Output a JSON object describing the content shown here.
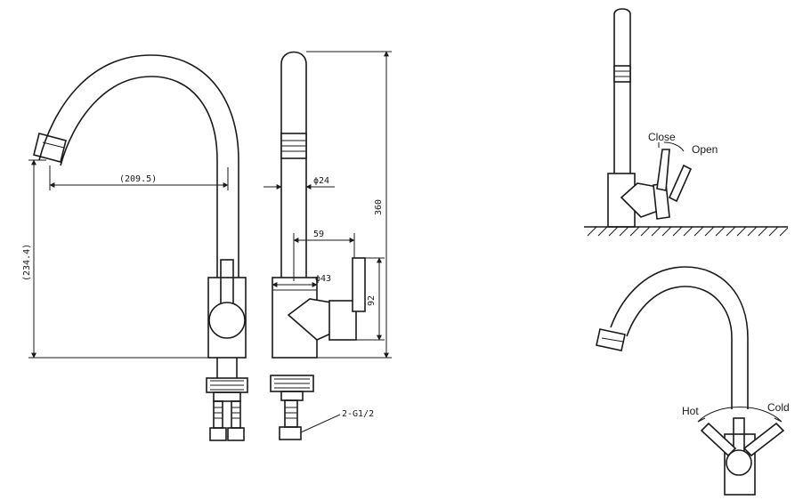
{
  "dimensions": {
    "reach": "(209.5)",
    "spout_height": "(234.4)",
    "spout_diameter": "ϕ24",
    "depth": "59",
    "body_diameter": "ϕ43",
    "body_height": "92",
    "total_height": "360",
    "thread": "2-G1/2"
  },
  "labels": {
    "close": "Close",
    "open": "Open",
    "hot": "Hot",
    "cold": "Cold"
  }
}
